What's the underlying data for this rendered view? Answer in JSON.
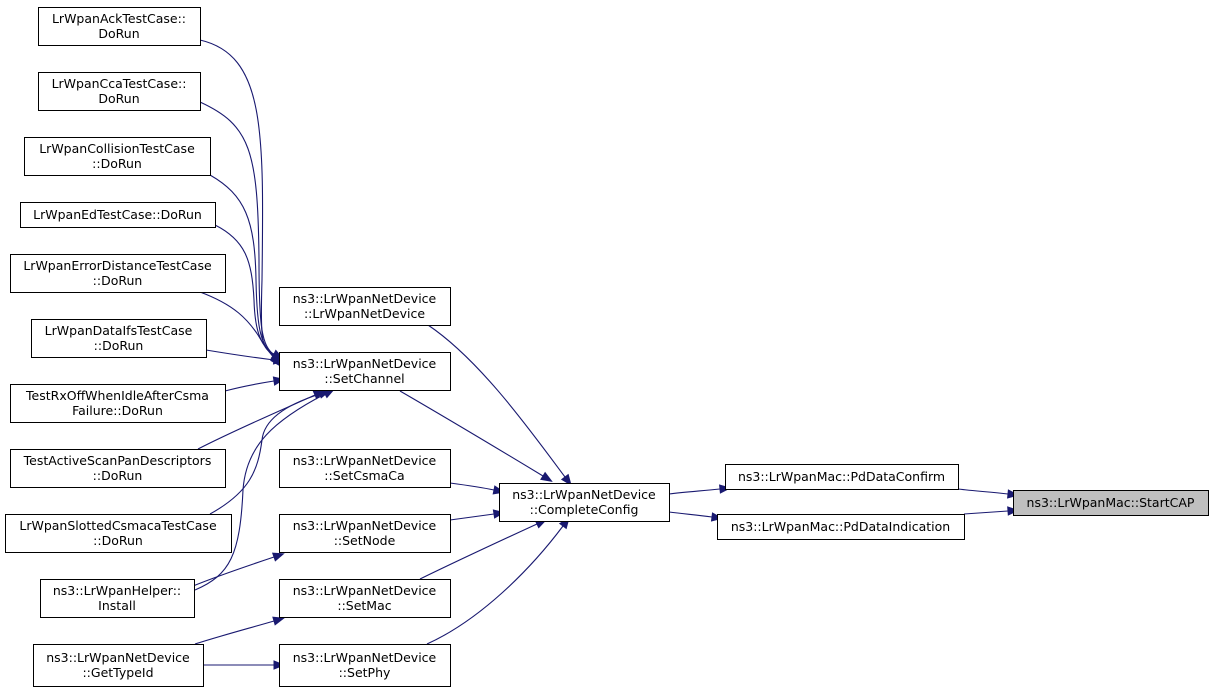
{
  "graph": {
    "nodes": [
      {
        "id": "ack",
        "lines": [
          "LrWpanAckTestCase::",
          "DoRun"
        ]
      },
      {
        "id": "cca",
        "lines": [
          "LrWpanCcaTestCase::",
          "DoRun"
        ]
      },
      {
        "id": "collision",
        "lines": [
          "LrWpanCollisionTestCase",
          "::DoRun"
        ]
      },
      {
        "id": "ed",
        "lines": [
          "LrWpanEdTestCase::DoRun"
        ]
      },
      {
        "id": "errdist",
        "lines": [
          "LrWpanErrorDistanceTestCase",
          "::DoRun"
        ]
      },
      {
        "id": "dataifs",
        "lines": [
          "LrWpanDataIfsTestCase",
          "::DoRun"
        ]
      },
      {
        "id": "rxoff",
        "lines": [
          "TestRxOffWhenIdleAfterCsma",
          "Failure::DoRun"
        ]
      },
      {
        "id": "activescan",
        "lines": [
          "TestActiveScanPanDescriptors",
          "::DoRun"
        ]
      },
      {
        "id": "slotted",
        "lines": [
          "LrWpanSlottedCsmacaTestCase",
          "::DoRun"
        ]
      },
      {
        "id": "helper",
        "lines": [
          "ns3::LrWpanHelper::",
          "Install"
        ]
      },
      {
        "id": "gettypeid",
        "lines": [
          "ns3::LrWpanNetDevice",
          "::GetTypeId"
        ]
      },
      {
        "id": "ctor",
        "lines": [
          "ns3::LrWpanNetDevice",
          "::LrWpanNetDevice"
        ]
      },
      {
        "id": "setchannel",
        "lines": [
          "ns3::LrWpanNetDevice",
          "::SetChannel"
        ]
      },
      {
        "id": "setcsmaca",
        "lines": [
          "ns3::LrWpanNetDevice",
          "::SetCsmaCa"
        ]
      },
      {
        "id": "setnode",
        "lines": [
          "ns3::LrWpanNetDevice",
          "::SetNode"
        ]
      },
      {
        "id": "setmac",
        "lines": [
          "ns3::LrWpanNetDevice",
          "::SetMac"
        ]
      },
      {
        "id": "setphy",
        "lines": [
          "ns3::LrWpanNetDevice",
          "::SetPhy"
        ]
      },
      {
        "id": "complete",
        "lines": [
          "ns3::LrWpanNetDevice",
          "::CompleteConfig"
        ]
      },
      {
        "id": "pdconfirm",
        "lines": [
          "ns3::LrWpanMac::PdDataConfirm"
        ]
      },
      {
        "id": "pdindication",
        "lines": [
          "ns3::LrWpanMac::PdDataIndication"
        ]
      },
      {
        "id": "startcap",
        "lines": [
          "ns3::LrWpanMac::StartCAP"
        ],
        "current": true
      }
    ],
    "edges": [
      {
        "from": "ack",
        "to": "setchannel"
      },
      {
        "from": "cca",
        "to": "setchannel"
      },
      {
        "from": "collision",
        "to": "setchannel"
      },
      {
        "from": "ed",
        "to": "setchannel"
      },
      {
        "from": "errdist",
        "to": "setchannel"
      },
      {
        "from": "dataifs",
        "to": "setchannel"
      },
      {
        "from": "rxoff",
        "to": "setchannel"
      },
      {
        "from": "activescan",
        "to": "setchannel"
      },
      {
        "from": "slotted",
        "to": "setchannel"
      },
      {
        "from": "helper",
        "to": "setchannel"
      },
      {
        "from": "helper",
        "to": "setnode"
      },
      {
        "from": "gettypeid",
        "to": "setmac"
      },
      {
        "from": "gettypeid",
        "to": "setphy"
      },
      {
        "from": "ctor",
        "to": "complete"
      },
      {
        "from": "setchannel",
        "to": "complete"
      },
      {
        "from": "setcsmaca",
        "to": "complete"
      },
      {
        "from": "setnode",
        "to": "complete"
      },
      {
        "from": "setmac",
        "to": "complete"
      },
      {
        "from": "setphy",
        "to": "complete"
      },
      {
        "from": "complete",
        "to": "pdconfirm"
      },
      {
        "from": "complete",
        "to": "pdindication"
      },
      {
        "from": "pdconfirm",
        "to": "startcap"
      },
      {
        "from": "pdindication",
        "to": "startcap"
      }
    ],
    "colors": {
      "edge": "#191970",
      "current_node_fill": "#bfbfbf",
      "node_border": "#000000"
    }
  }
}
